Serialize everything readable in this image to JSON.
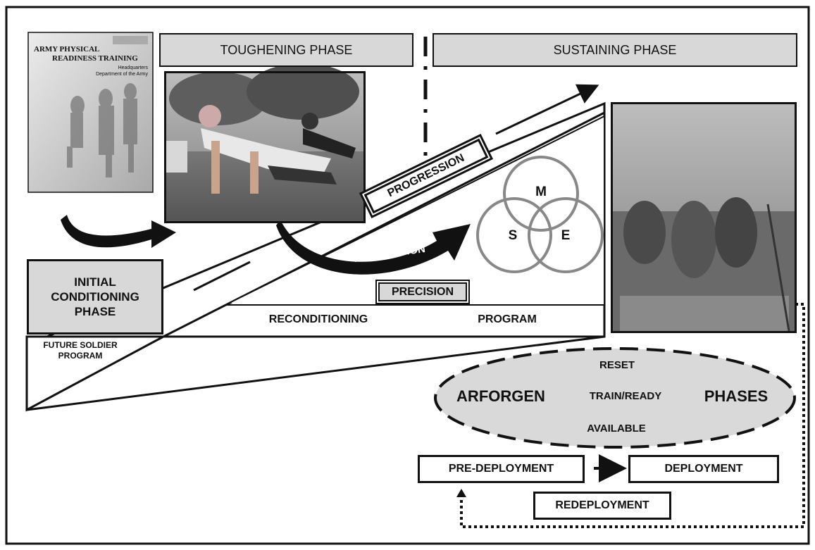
{
  "phases": {
    "toughening": "TOUGHENING PHASE",
    "sustaining": "SUSTAINING PHASE",
    "initial_line1": "INITIAL",
    "initial_line2": "CONDITIONING",
    "initial_line3": "PHASE",
    "future_line1": "FUTURE SOLDIER",
    "future_line2": "PROGRAM"
  },
  "manual_cover": {
    "title_line1": "ARMY PHYSICAL",
    "title_line2": "READINESS TRAINING",
    "hq_line1": "Headquarters",
    "hq_line2": "Department of the Army"
  },
  "labels": {
    "progression": "PROGRESSION",
    "precision": "PRECISION",
    "integration": "INTEGRATION",
    "reconditioning": "RECONDITIONING",
    "program": "PROGRAM"
  },
  "venn": {
    "top": "M",
    "left": "S",
    "right": "E"
  },
  "arforgen": {
    "left": "ARFORGEN",
    "top": "RESET",
    "center": "TRAIN/READY",
    "bottom": "AVAILABLE",
    "right": "PHASES"
  },
  "deployment": {
    "pre": "PRE-DEPLOYMENT",
    "deploy": "DEPLOYMENT",
    "re": "REDEPLOYMENT"
  },
  "colors": {
    "box_fill": "#d8d8d8",
    "ellipse_fill": "#d9d9d9",
    "venn_stroke": "#888888",
    "ink": "#111111"
  }
}
